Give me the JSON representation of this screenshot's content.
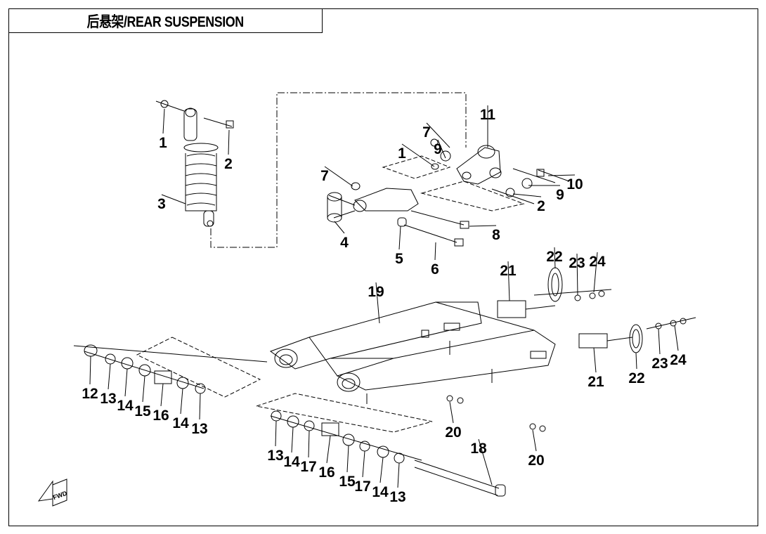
{
  "title": "后悬架/REAR SUSPENSION",
  "fwd_icon": {
    "name": "forward-direction-arrow-icon",
    "text": "FWD"
  },
  "callouts": [
    "1",
    "2",
    "3",
    "11",
    "7",
    "9",
    "1",
    "10",
    "9",
    "2",
    "7",
    "4",
    "5",
    "6",
    "8",
    "19",
    "21",
    "22",
    "23",
    "24",
    "24",
    "23",
    "22",
    "21",
    "12",
    "13",
    "14",
    "15",
    "16",
    "14",
    "13",
    "20",
    "20",
    "18",
    "13",
    "14",
    "17",
    "16",
    "15",
    "17",
    "14",
    "13"
  ],
  "colors": {
    "line": "#000000",
    "background": "#ffffff"
  }
}
